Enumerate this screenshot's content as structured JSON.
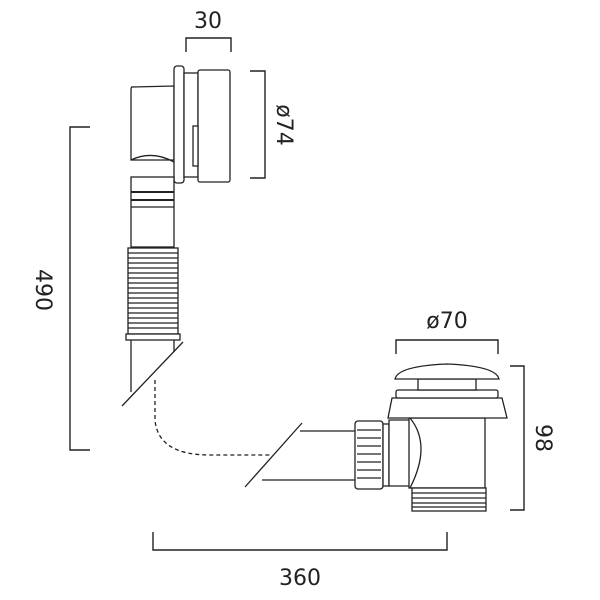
{
  "title": "Bath waste and overflow dimension drawing",
  "dimensions": {
    "overflow_depth": "30",
    "overflow_diameter": "ø74",
    "overall_height": "490",
    "waste_diameter": "ø70",
    "waste_height": "98",
    "overall_width": "360"
  },
  "colors": {
    "line": "#222222",
    "background": "#ffffff"
  }
}
